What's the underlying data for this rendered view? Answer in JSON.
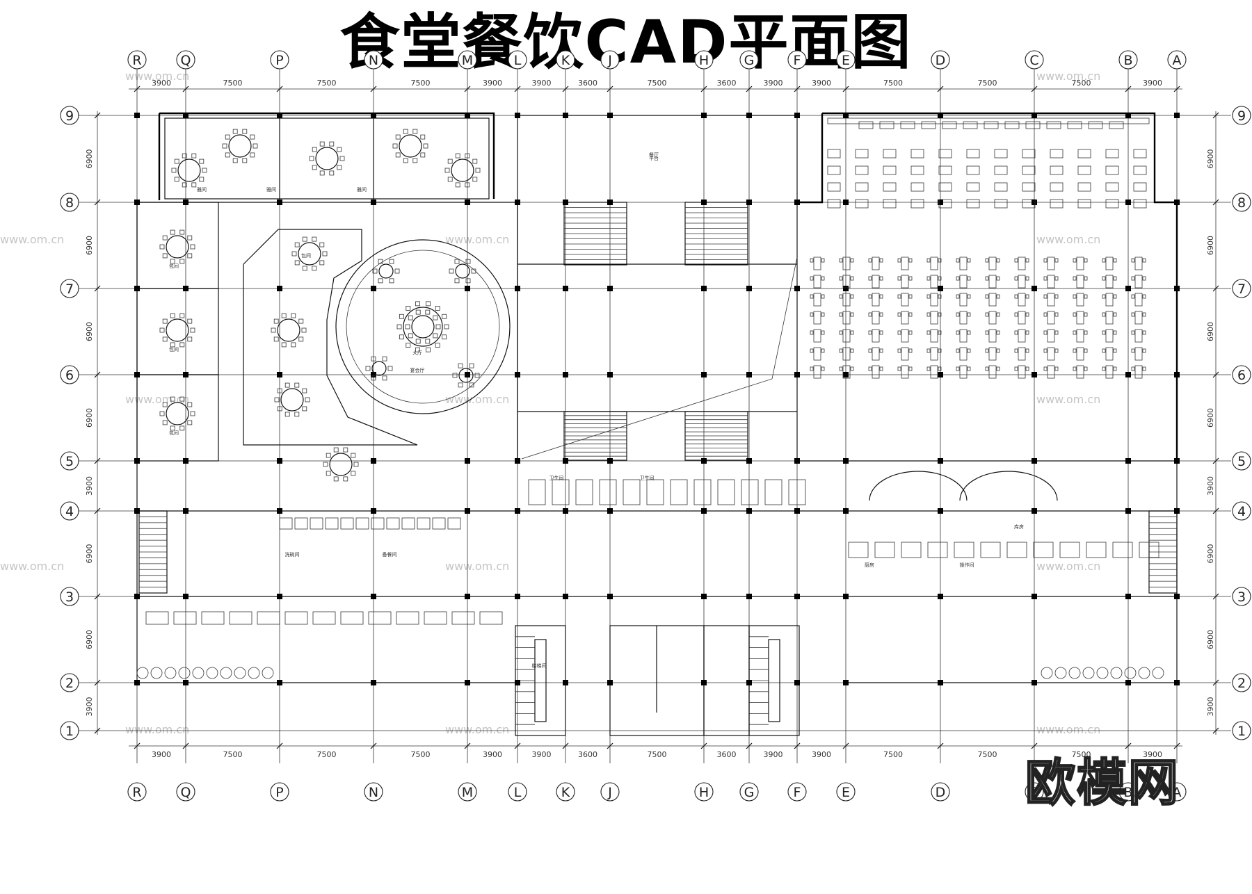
{
  "title": "食堂餐饮CAD平面图",
  "logo_text": "欧模网",
  "column_axes": [
    "R",
    "Q",
    "P",
    "N",
    "M",
    "L",
    "K",
    "J",
    "H",
    "G",
    "F",
    "E",
    "D",
    "C",
    "B",
    "A"
  ],
  "top_axes_visible": [
    "R",
    "Q",
    "P",
    "N",
    "K",
    "J",
    "G",
    "F",
    "C",
    "D",
    "C",
    "B",
    "A"
  ],
  "row_axes": [
    "9",
    "8",
    "7",
    "6",
    "5",
    "4",
    "3",
    "2",
    "1"
  ],
  "column_dims": [
    "3900",
    "7500",
    "7500",
    "7500",
    "3900",
    "3900",
    "3600",
    "7500",
    "3600",
    "3900",
    "3900",
    "7500",
    "7500",
    "7500",
    "3900"
  ],
  "row_dims": [
    "6900",
    "6900",
    "6900",
    "6900",
    "3900",
    "6900",
    "6900",
    "3900"
  ],
  "watermark": "www.om.cn",
  "room_labels": [
    "雅间",
    "雅间",
    "雅间",
    "包间",
    "包间",
    "包间",
    "包间",
    "大厅",
    "宴会厅",
    "餐厅",
    "卫生间",
    "卫生间",
    "洗碗间",
    "备餐间",
    "厨房",
    "操作间",
    "库房",
    "楼梯间",
    "平台"
  ],
  "colors": {
    "line": "#111111",
    "background": "#ffffff",
    "watermark": "#bfbfbf"
  }
}
